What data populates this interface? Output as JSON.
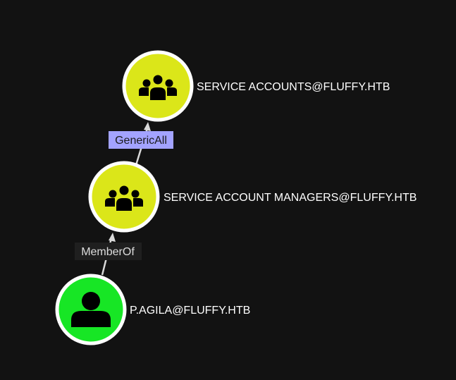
{
  "graph": {
    "nodes": [
      {
        "id": "service-accounts",
        "label": "SERVICE ACCOUNTS@FLUFFY.HTB",
        "kind": "group",
        "icon": "group-icon",
        "color": "#dbe619"
      },
      {
        "id": "service-account-managers",
        "label": "SERVICE ACCOUNT MANAGERS@FLUFFY.HTB",
        "kind": "group",
        "icon": "group-icon",
        "color": "#dbe619"
      },
      {
        "id": "p-agila",
        "label": "P.AGILA@FLUFFY.HTB",
        "kind": "user",
        "icon": "user-icon",
        "color": "#17e625"
      }
    ],
    "edges": [
      {
        "from": "service-account-managers",
        "to": "service-accounts",
        "label": "GenericAll",
        "label_bg": "#a3a3ff",
        "label_color": "#1a1a1a"
      },
      {
        "from": "p-agila",
        "to": "service-account-managers",
        "label": "MemberOf",
        "label_bg": "#1f1f1f",
        "label_color": "#dddddd"
      }
    ]
  },
  "colors": {
    "background": "#121212",
    "node_ring": "#ffffff",
    "icon": "#000000",
    "edge": "#d9d9d9"
  }
}
